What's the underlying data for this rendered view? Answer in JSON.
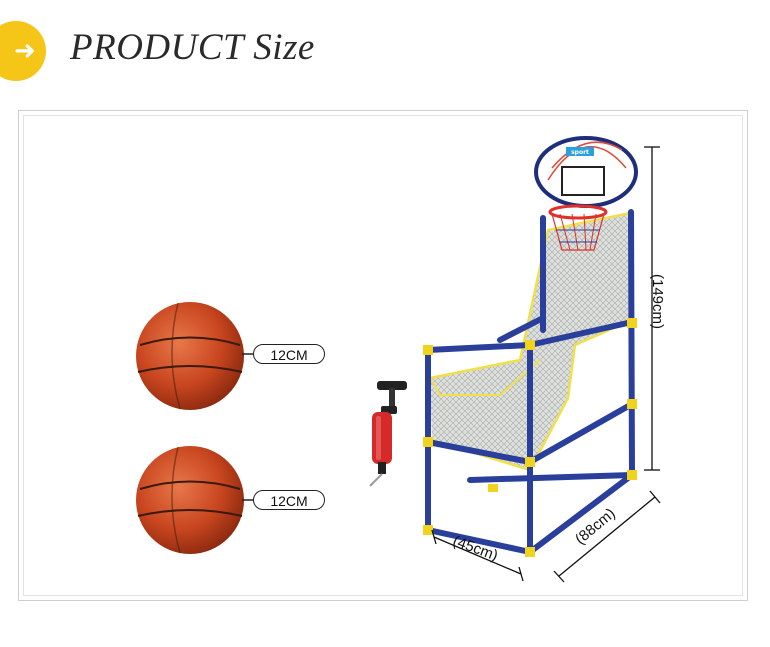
{
  "header": {
    "title": "PRODUCT Size",
    "arrow_glyph": "➜"
  },
  "product": {
    "balls": [
      {
        "size_label": "12CM"
      },
      {
        "size_label": "12CM"
      }
    ],
    "dimensions": {
      "height": "(149cm)",
      "width": "(45cm)",
      "depth": "(88cm)"
    },
    "backboard_logo": "sport"
  },
  "colors": {
    "accent": "#f5c518",
    "frame_blue": "#2a3f9c",
    "ball": "#c9461f",
    "net_yellow": "#f1e04a"
  },
  "icons": [
    "arrow-right-icon"
  ]
}
